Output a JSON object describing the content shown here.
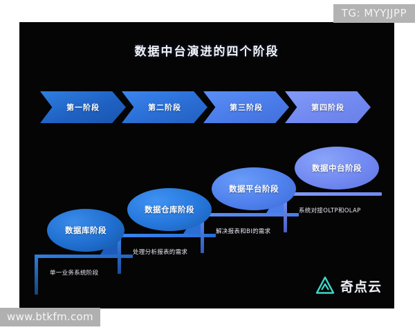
{
  "slide": {
    "title": "数据中台演进的四个阶段",
    "background_color": "#050506"
  },
  "phases": [
    {
      "chevron_label": "第一阶段",
      "bubble_label": "数据库阶段",
      "caption": "单一业务系统阶段",
      "color": "#1f62c4"
    },
    {
      "chevron_label": "第二阶段",
      "bubble_label": "数据仓库阶段",
      "caption": "处理分析报表的需求",
      "color": "#2a6ed6"
    },
    {
      "chevron_label": "第三阶段",
      "bubble_label": "数据平台阶段",
      "caption": "解决报表和BI的需求",
      "color": "#4a7cea"
    },
    {
      "chevron_label": "第四阶段",
      "bubble_label": "数据中台阶段",
      "caption": "系统对接OLTP和OLAP",
      "color": "#7189f1"
    }
  ],
  "logo": {
    "text": "奇点云",
    "mark": "triangle-a-mark-icon",
    "color": "#3fd6c8"
  },
  "overlays": {
    "tg_banner": "TG: MYYJJPP",
    "site_watermark": "www.btkfm.com"
  }
}
